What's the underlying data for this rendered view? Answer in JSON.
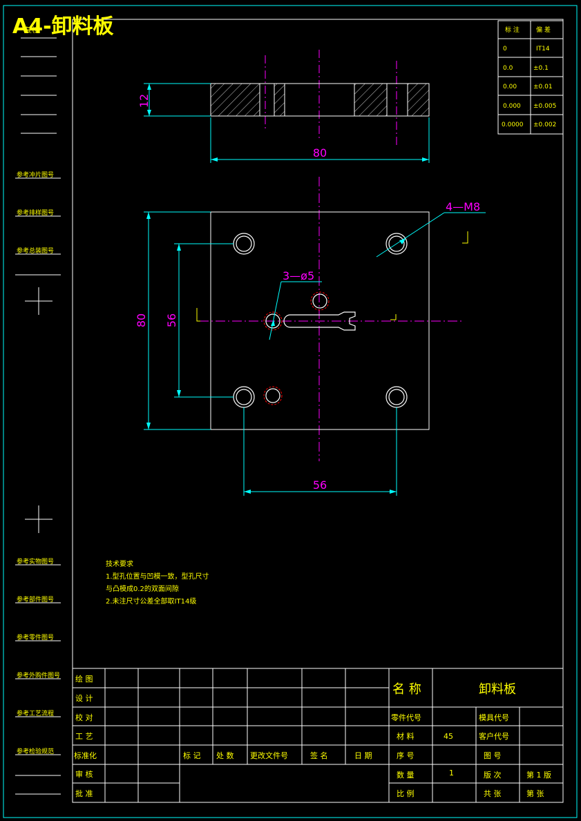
{
  "title": "A4-卸料板",
  "top_left_label": "复核",
  "colors": {
    "border": "#00ffff",
    "title": "#ffff00",
    "dimension": "#ff00ff",
    "part": "#ffffff",
    "centerline": "#ff00ff",
    "hidden": "#ff0000"
  },
  "tolerance_table": {
    "headers": [
      "标 注",
      "偏 差"
    ],
    "rows": [
      [
        "0",
        "IT14"
      ],
      [
        "0.0",
        "±0.1"
      ],
      [
        "0.00",
        "±0.01"
      ],
      [
        "0.000",
        "±0.005"
      ],
      [
        "0.0000",
        "±0.002"
      ]
    ]
  },
  "side_labels_top": [
    "参考冲片图号",
    "参考排样图号",
    "参考总装图号"
  ],
  "side_labels_bottom": [
    "参考实物图号",
    "参考部件图号",
    "参考零件图号",
    "参考外购件图号",
    "参考工艺流程",
    "参考检验规范"
  ],
  "dimensions": {
    "thickness": "12",
    "section_width": "80",
    "plan_height": "80",
    "hole_spacing_v": "56",
    "hole_spacing_h": "56",
    "thread_callout": "4—M8",
    "hole_callout": "3—ø5"
  },
  "notes": {
    "title": "技术要求",
    "lines": [
      "1.型孔位置与凹模一致，型孔尺寸",
      "与凸模成0.2的双面间隙",
      "2.未注尺寸公差全部取IT14级"
    ]
  },
  "title_block": {
    "left_labels": [
      "绘 图",
      "设 计",
      "校 对",
      "工 艺",
      "标准化",
      "审 核",
      "批 准"
    ],
    "revision_headers": [
      "标 记",
      "处 数",
      "更改文件号",
      "签 名",
      "日 期"
    ],
    "name_label": "名 称",
    "name_value": "卸料板",
    "part_code_label": "零件代号",
    "mold_code_label": "模具代号",
    "material_label": "材 料",
    "material_value": "45",
    "customer_code_label": "客户代号",
    "seq_label": "序 号",
    "drawing_no_label": "图 号",
    "qty_label": "数 量",
    "qty_value": "1",
    "version_label": "版 次",
    "version_value": "第 1 版",
    "scale_label": "比 例",
    "total_sheets_label": "共 张",
    "sheet_label": "第 张"
  }
}
